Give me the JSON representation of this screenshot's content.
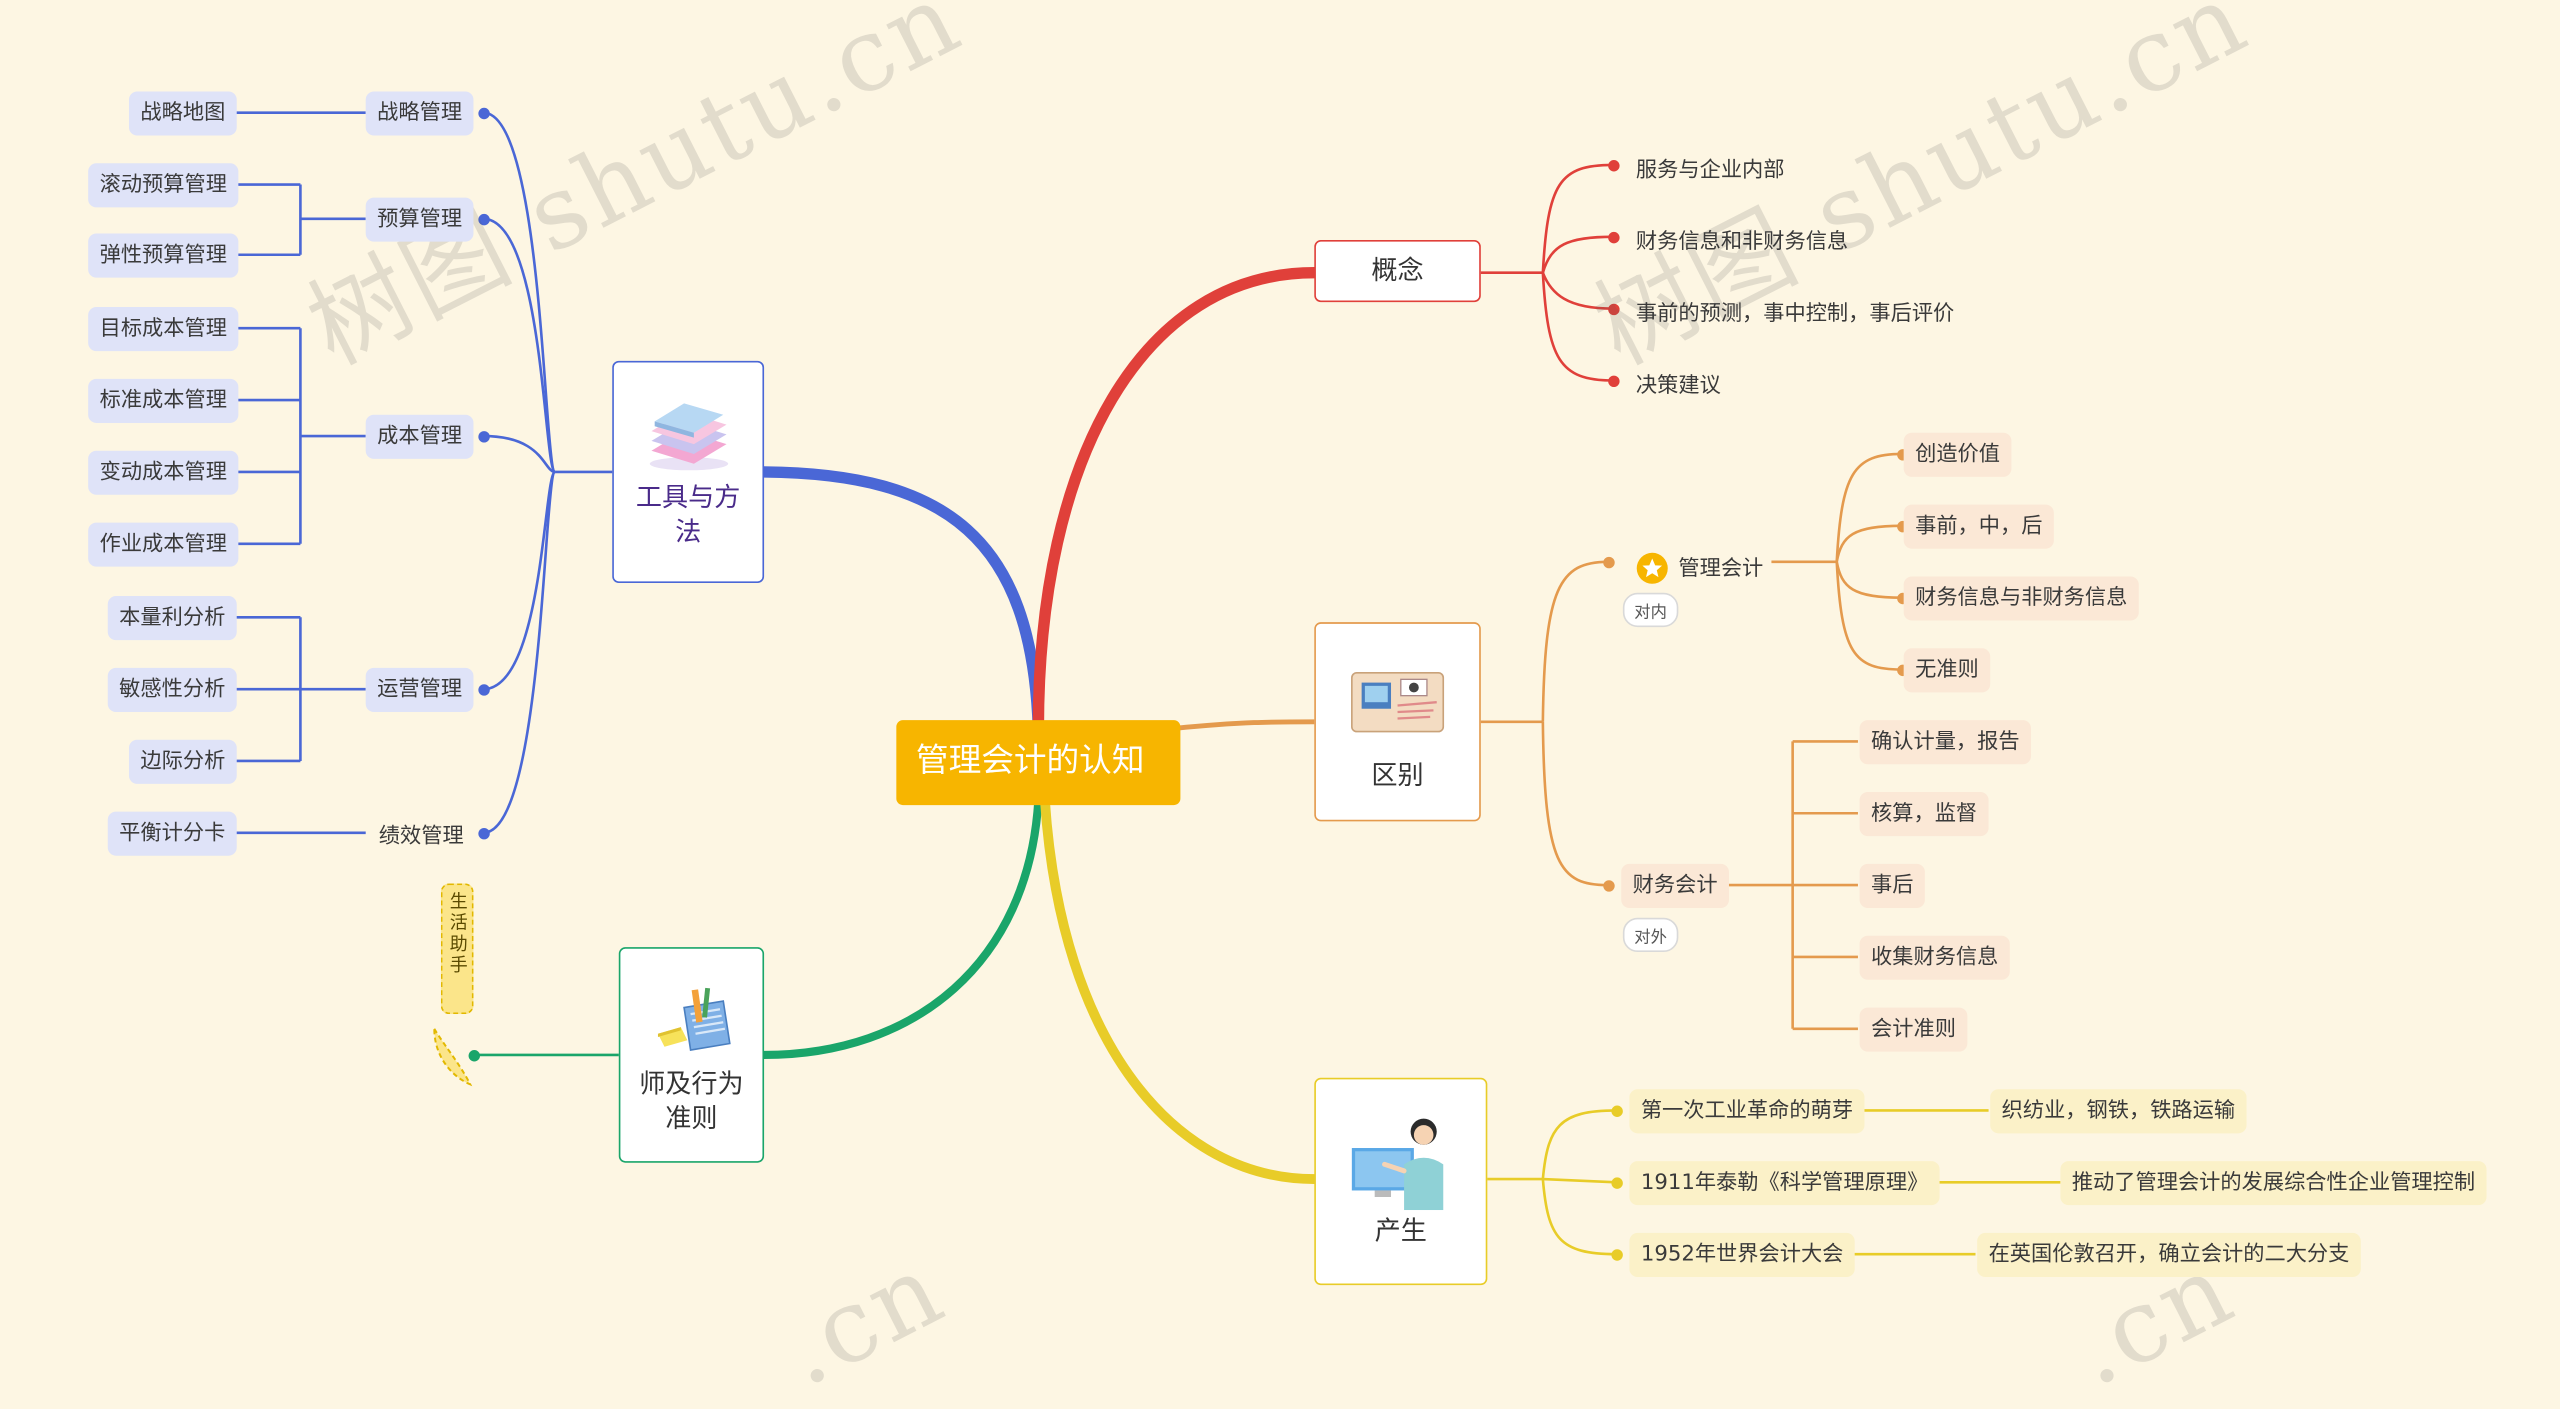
{
  "colors": {
    "tools": "#4a67d6",
    "concept": "#e0403a",
    "difference": "#e49a4d",
    "origin": "#e8cc28",
    "teacher": "#1aa56a",
    "root": "#f7b500",
    "background": "#fdf6e3"
  },
  "root": {
    "label": "管理会计的认知"
  },
  "tools_branch": {
    "label": "工具与方法",
    "icon": "books-icon",
    "groups": [
      {
        "label": "战略管理",
        "items": [
          "战略地图"
        ]
      },
      {
        "label": "预算管理",
        "items": [
          "滚动预算管理",
          "弹性预算管理"
        ]
      },
      {
        "label": "成本管理",
        "items": [
          "目标成本管理",
          "标准成本管理",
          "变动成本管理",
          "作业成本管理"
        ]
      },
      {
        "label": "运营管理",
        "items": [
          "本量利分析",
          "敏感性分析",
          "边际分析"
        ]
      },
      {
        "label": "绩效管理",
        "items": [
          "平衡计分卡"
        ]
      }
    ]
  },
  "teacher_branch": {
    "label": "师及行为准则",
    "icon": "notebook-pencil-icon",
    "tag": "生活助手"
  },
  "concept_branch": {
    "label": "概念",
    "items": [
      "服务与企业内部",
      "财务信息和非财务信息",
      "事前的预测，事中控制，事后评价",
      "决策建议"
    ]
  },
  "difference_branch": {
    "label": "区别",
    "icon": "desk-photo-icon",
    "management": {
      "label": "管理会计",
      "badge": "对内",
      "icon": "star-icon",
      "items": [
        "创造价值",
        "事前，中，后",
        "财务信息与非财务信息",
        "无准则"
      ]
    },
    "financial": {
      "label": "财务会计",
      "badge": "对外",
      "items": [
        "确认计量，报告",
        "核算，监督",
        "事后",
        "收集财务信息",
        "会计准则"
      ]
    }
  },
  "origin_branch": {
    "label": "产生",
    "icon": "teacher-screen-icon",
    "items": [
      {
        "label": "第一次工业革命的萌芽",
        "detail": "织纺业，钢铁，铁路运输"
      },
      {
        "label": "1911年泰勒《科学管理原理》",
        "detail": "推动了管理会计的发展综合性企业管理控制"
      },
      {
        "label": "1952年世界会计大会",
        "detail": "在英国伦敦召开，确立会计的二大分支"
      }
    ]
  },
  "watermarks": [
    "树图 shutu.cn",
    "树图 shutu.cn",
    ".cn",
    ".cn"
  ]
}
